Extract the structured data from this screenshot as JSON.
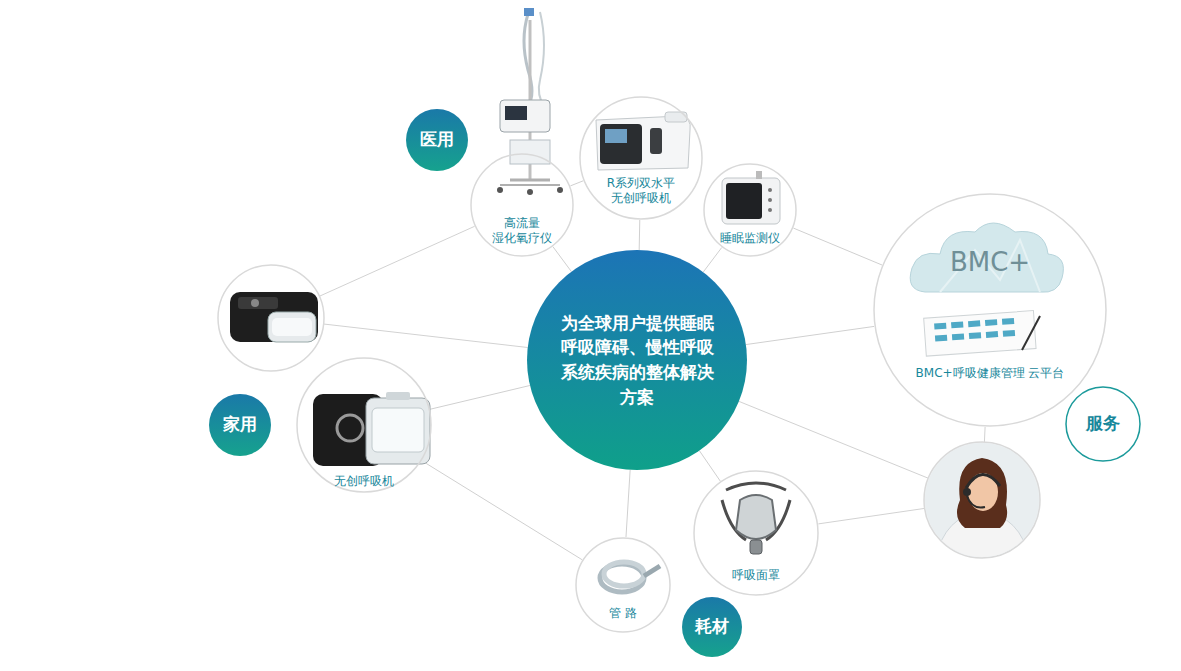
{
  "diagram": {
    "nodes": [
      {
        "text": [
          "医用"
        ]
      },
      {
        "text": [
          "高流量 湿化氧疗仪"
        ]
      },
      {
        "text": [
          "R系列双水平 无创呼吸机"
        ]
      },
      {
        "text": [
          "睡眠监测仪"
        ]
      },
      {
        "text": [
          "为全球用户提供睡眠呼吸障碍、慢性呼吸系统疾病的整体解决方案"
        ]
      },
      {
        "text": [
          "BMC+",
          "BMC+呼吸健康管理 云平台"
        ]
      },
      {
        "text": [
          "家用"
        ]
      },
      {
        "text": [
          "无创呼吸机"
        ]
      },
      {
        "text": [
          "服务"
        ]
      },
      {
        "text": [
          "呼吸面罩"
        ]
      },
      {
        "text": [
          "管 路"
        ]
      },
      {
        "text": [
          "耗材"
        ]
      }
    ],
    "edges": [
      {
        "from": 4,
        "to": 1,
        "arrow": "none"
      },
      {
        "from": 4,
        "to": 2,
        "arrow": "none"
      },
      {
        "from": 4,
        "to": 3,
        "arrow": "none"
      },
      {
        "from": 4,
        "to": 5,
        "arrow": "none"
      },
      {
        "from": 4,
        "to": 7,
        "arrow": "none"
      },
      {
        "from": 4,
        "to": 9,
        "arrow": "none"
      },
      {
        "from": 4,
        "to": 10,
        "arrow": "none"
      },
      {
        "from": 1,
        "to": 2,
        "arrow": "none"
      },
      {
        "from": 3,
        "to": 5,
        "arrow": "none"
      },
      {
        "from": 7,
        "to": 10,
        "arrow": "none"
      }
    ]
  }
}
